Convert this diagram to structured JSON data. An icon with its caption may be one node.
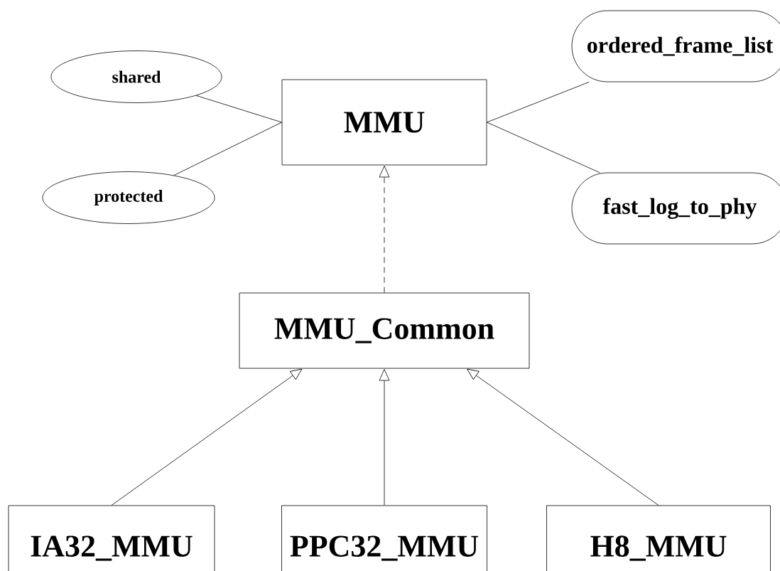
{
  "diagram": {
    "nodes": [
      {
        "text": [
          "shared"
        ]
      },
      {
        "text": [
          "protected"
        ]
      },
      {
        "text": [
          "MMU"
        ]
      },
      {
        "text": [
          "ordered_frame_list"
        ]
      },
      {
        "text": [
          "fast_log_to_phy"
        ]
      },
      {
        "text": [
          "MMU_Common"
        ]
      },
      {
        "text": [
          "IA32_MMU"
        ]
      },
      {
        "text": [
          "PPC32_MMU"
        ]
      },
      {
        "text": [
          "H8_MMU"
        ]
      }
    ],
    "edges": [
      {
        "from": 0,
        "to": 2,
        "arrow": "none"
      },
      {
        "from": 1,
        "to": 2,
        "arrow": "none"
      },
      {
        "from": 2,
        "to": 3,
        "arrow": "none"
      },
      {
        "from": 2,
        "to": 4,
        "arrow": "none"
      },
      {
        "from": 5,
        "to": 2,
        "arrow": "to",
        "style": "dashed"
      },
      {
        "from": 6,
        "to": 5,
        "arrow": "to"
      },
      {
        "from": 7,
        "to": 5,
        "arrow": "to"
      },
      {
        "from": 8,
        "to": 5,
        "arrow": "to"
      }
    ]
  }
}
